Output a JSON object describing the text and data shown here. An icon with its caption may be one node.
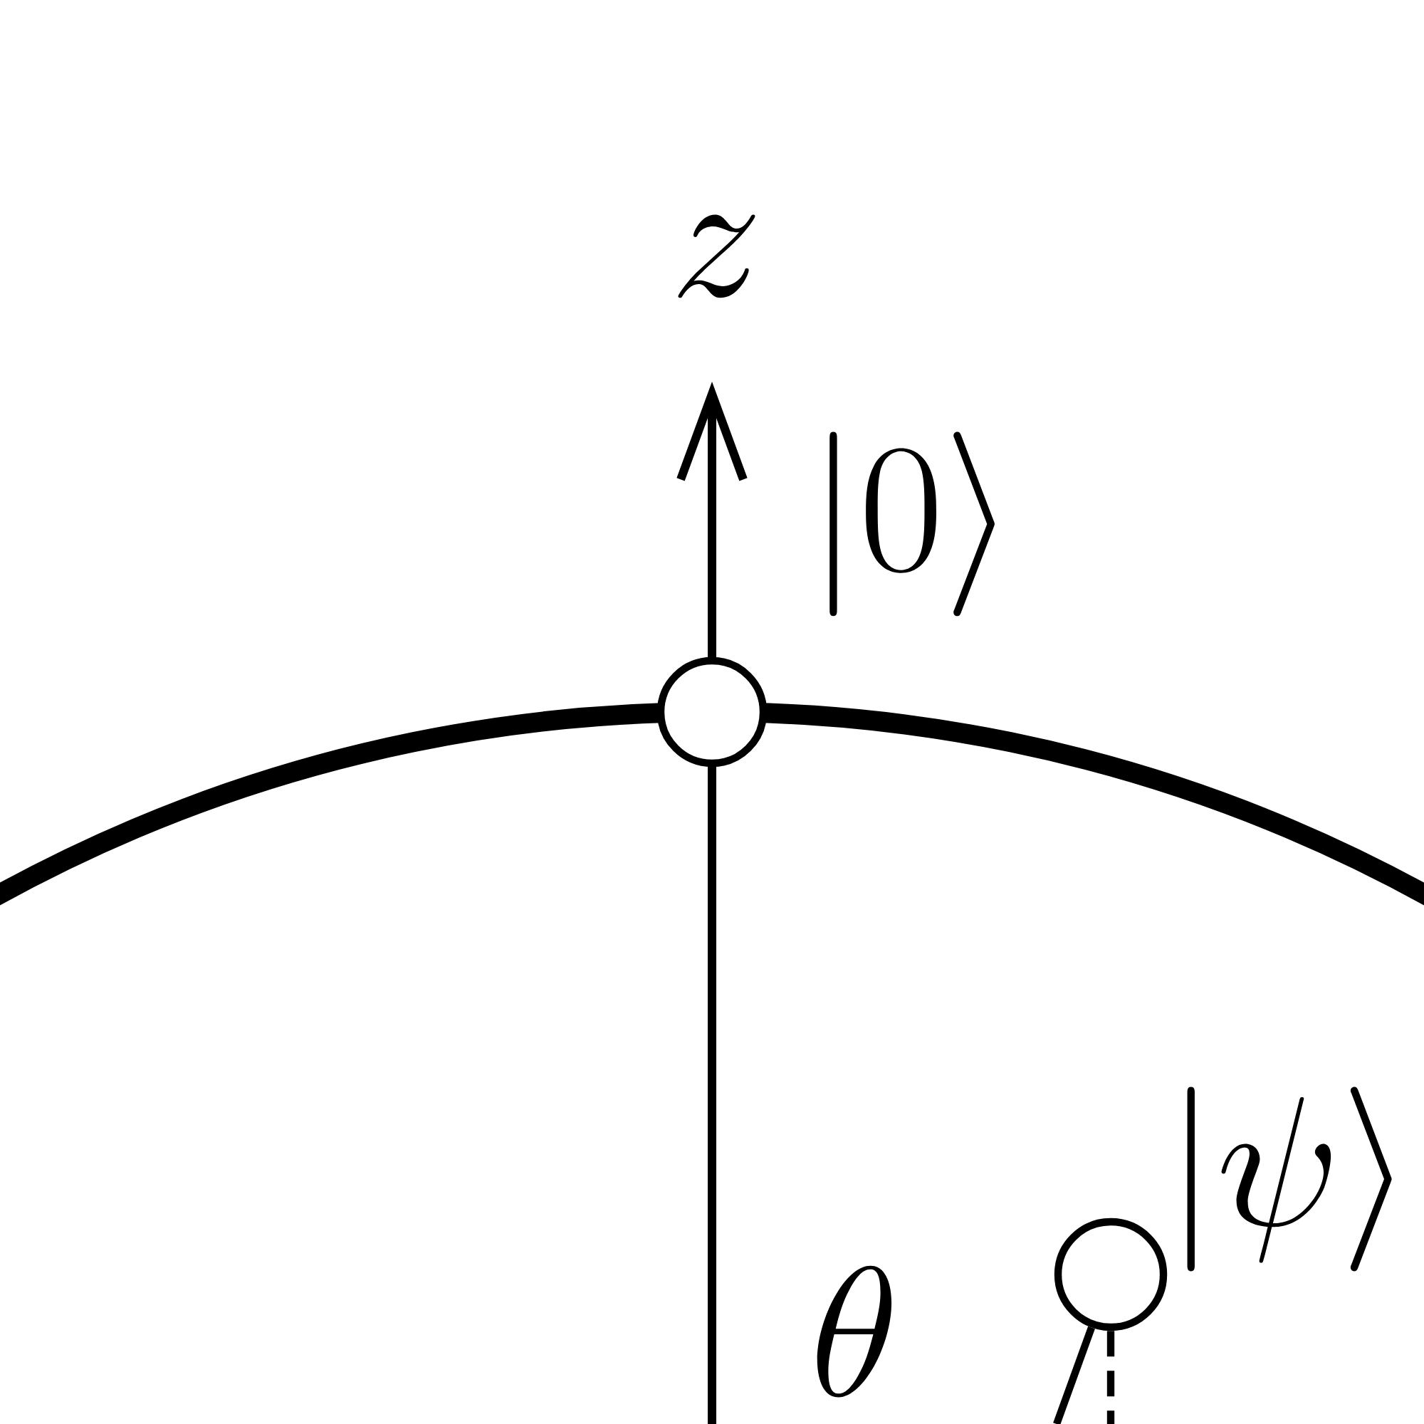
{
  "diagram": {
    "nodes": [
      {
        "text": [],
        "shape": "circle"
      },
      {
        "text": [],
        "shape": "circle"
      }
    ],
    "edges": [
      {
        "from": null,
        "to": 1,
        "arrow": "none"
      },
      {
        "from": 1,
        "to": null,
        "arrow": "none",
        "style": "dashed"
      }
    ],
    "labels": [
      "z",
      "|0\\rangle",
      "|\\psi\\rangle",
      "\\theta"
    ]
  }
}
